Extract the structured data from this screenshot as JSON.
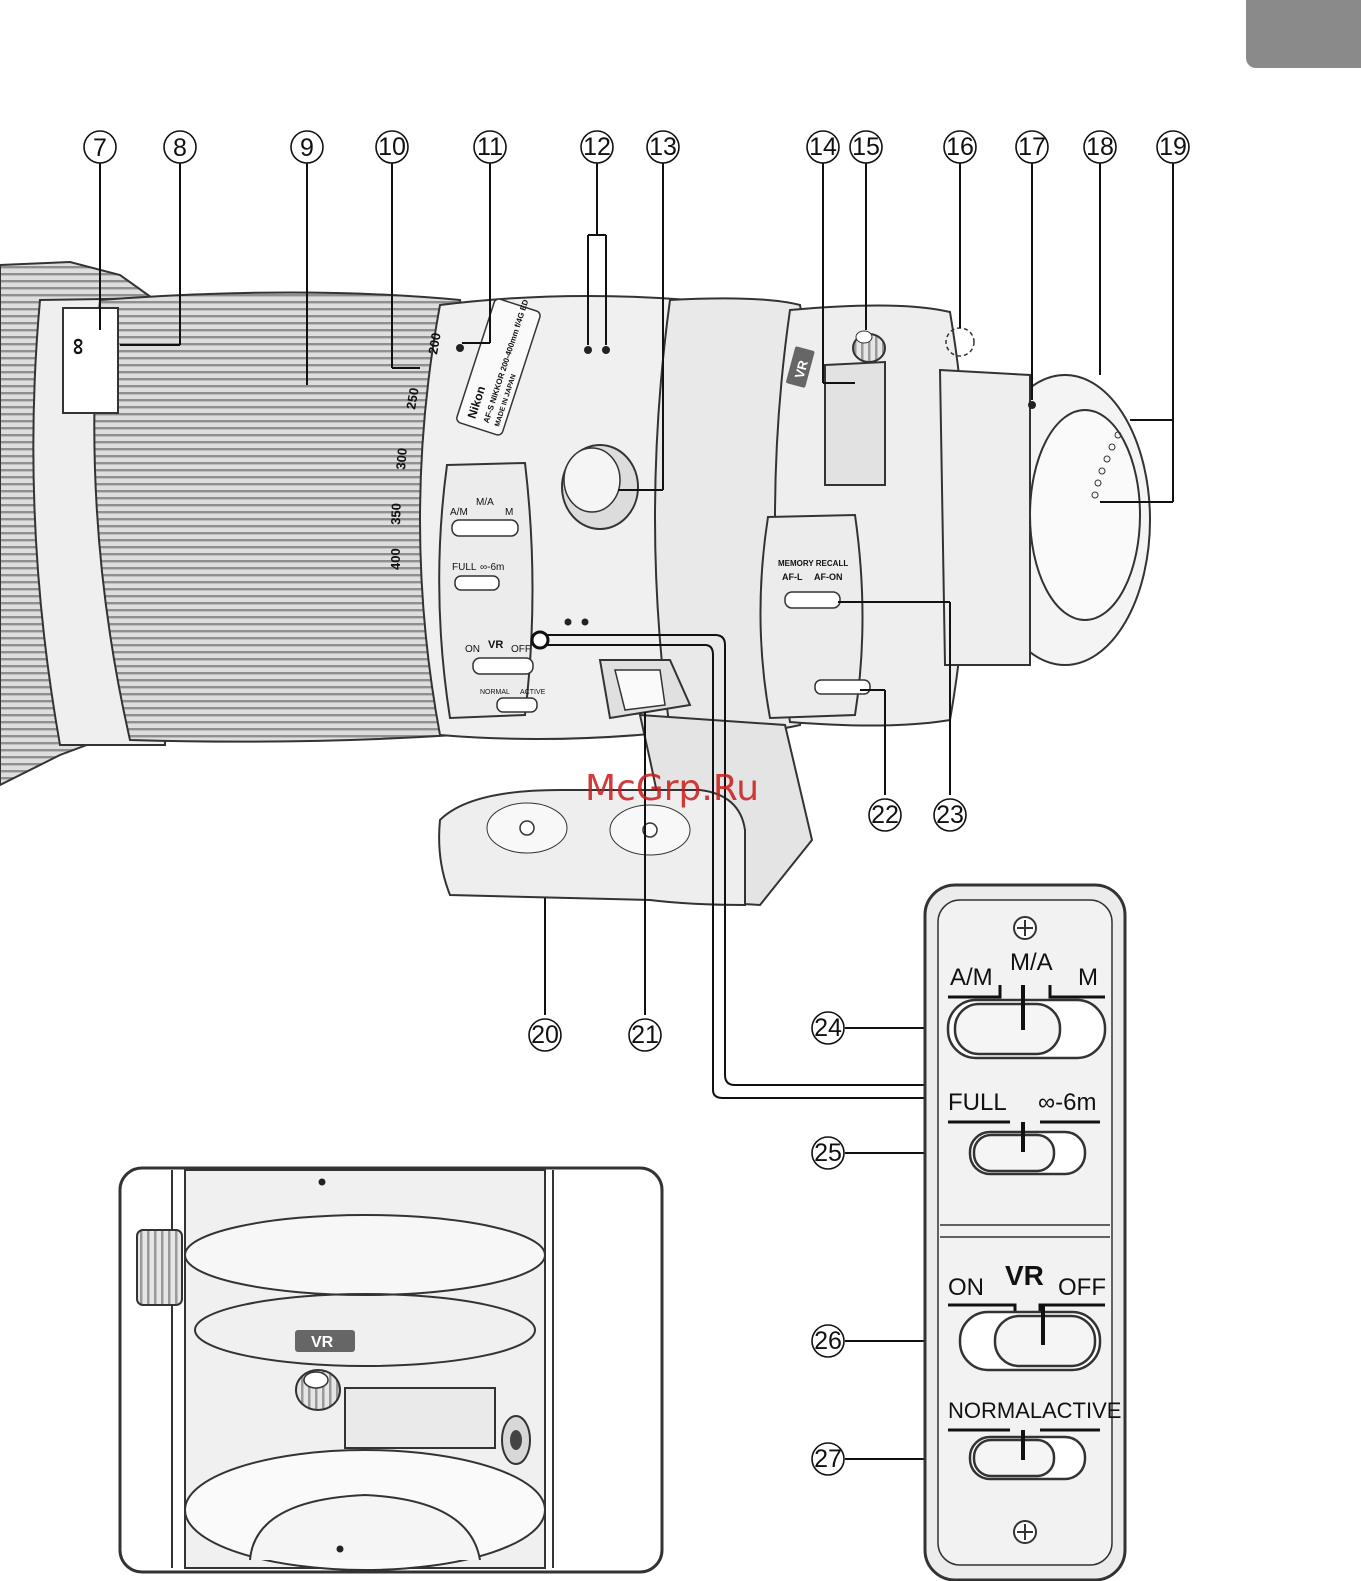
{
  "callouts": [
    "7",
    "8",
    "9",
    "10",
    "11",
    "12",
    "13",
    "14",
    "15",
    "16",
    "17",
    "18",
    "19",
    "20",
    "21",
    "22",
    "23",
    "24",
    "25",
    "26",
    "27",
    "16"
  ],
  "lens": {
    "brand": "Nikon",
    "model": "AF-S NIKKOR 200-400mm f/4G ED",
    "made_in": "MADE IN JAPAN",
    "vr_badge": "VR",
    "focal_marks": [
      "200",
      "250",
      "300",
      "350",
      "400"
    ],
    "distance_mark": "∞",
    "small_switch_af": [
      "A/M",
      "M/A",
      "M"
    ],
    "small_switch_limit": [
      "FULL",
      "∞-6m"
    ],
    "small_switch_vr": [
      "ON",
      "VR",
      "OFF"
    ],
    "small_switch_mode": [
      "NORMAL",
      "ACTIVE"
    ],
    "memory_recall": [
      "MEMORY RECALL",
      "AF-L",
      "AF-ON"
    ]
  },
  "panel": {
    "af_mode": {
      "left": "A/M",
      "center": "M/A",
      "right": "M"
    },
    "focus_limit": {
      "left": "FULL",
      "right": "∞-6m"
    },
    "vr": {
      "left": "ON",
      "center": "VR",
      "right": "OFF"
    },
    "vr_mode": {
      "left": "NORMAL",
      "right": "ACTIVE"
    }
  },
  "inset": {
    "vr_badge": "VR"
  },
  "watermark": "McGrp.Ru"
}
